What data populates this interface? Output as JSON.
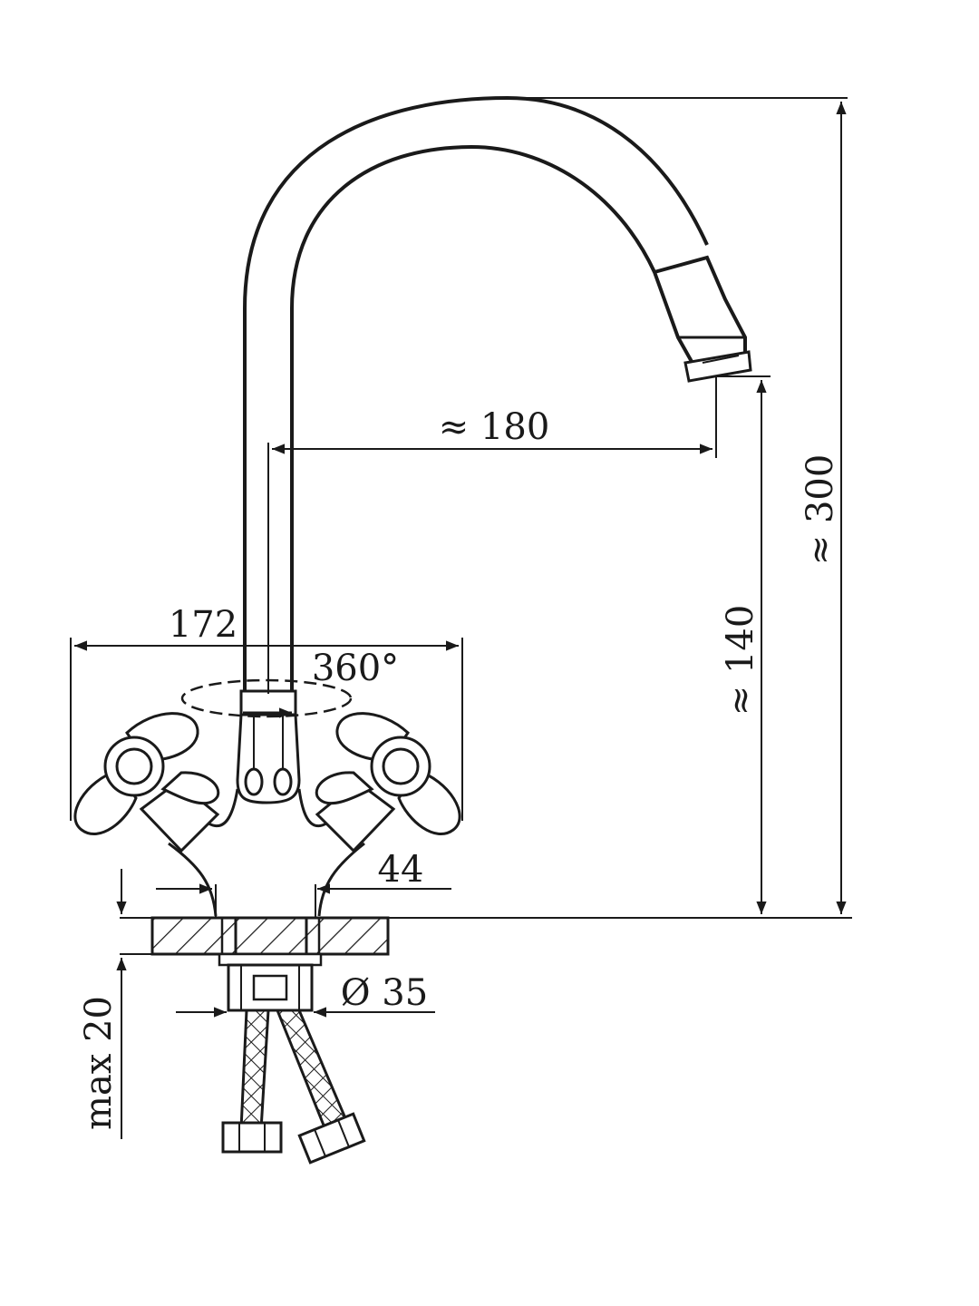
{
  "drawing": {
    "dimensions": {
      "height_total": "≈ 300",
      "spout_height": "≈ 140",
      "spout_reach": "≈ 180",
      "body_width": "172",
      "rotation": "360°",
      "base_width": "44",
      "hole_diameter": "Ø 35",
      "max_thickness": "max 20"
    },
    "colors": {
      "line": "#1a1a1a",
      "background": "#ffffff"
    }
  }
}
